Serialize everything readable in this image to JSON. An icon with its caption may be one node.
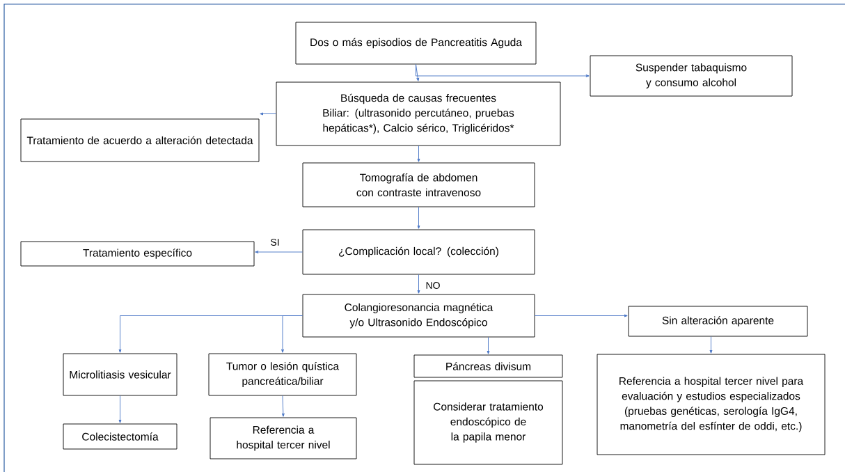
{
  "diagram": {
    "nodes": [
      {
        "text": [
          "Dos o más episodios de Pancreatitis Aguda"
        ]
      },
      {
        "text": [
          "Suspender tabaquismo y consumo alcohol"
        ]
      },
      {
        "text": [
          "Búsqueda de causas frecuentes",
          "Biliar: (ultrasonido percutáneo, pruebas hepáticas*), Calcio sérico, Triglicéridos*"
        ]
      },
      {
        "text": [
          "Tratamiento de acuerdo a alteración detectada"
        ]
      },
      {
        "text": [
          "Tomografía de abdomen con contraste intravenoso"
        ]
      },
      {
        "text": [
          "¿Complicación local? (colección)"
        ]
      },
      {
        "text": [
          "Tratamiento específico"
        ]
      },
      {
        "text": [
          "Colangioresonancia magnética y/o Ultrasonido Endoscópico"
        ]
      },
      {
        "text": [
          "Sin alteración aparente"
        ]
      },
      {
        "text": [
          "Microlitiasis vesicular"
        ]
      },
      {
        "text": [
          "Tumor o lesión quística pancreática/biliar"
        ]
      },
      {
        "text": [
          "Páncreas divisum"
        ]
      },
      {
        "text": [
          "Considerar tratamiento endoscópico de la papila menor"
        ]
      },
      {
        "text": [
          "Referencia a hospital tercer nivel para evaluación y estudios especializados (pruebas genéticas, serología IgG4, manometría del esfínter de oddi, etc.)"
        ]
      },
      {
        "text": [
          "Colecistectomía"
        ]
      },
      {
        "text": [
          "Referencia a hospital tercer nivel"
        ]
      }
    ],
    "edges": [
      {
        "from": 0,
        "to": 1,
        "arrow": "to"
      },
      {
        "from": 0,
        "to": 2,
        "arrow": "to"
      },
      {
        "from": 2,
        "to": 3,
        "arrow": "to"
      },
      {
        "from": 2,
        "to": 4,
        "arrow": "to"
      },
      {
        "from": 4,
        "to": 5,
        "arrow": "to"
      },
      {
        "from": 5,
        "to": 6,
        "arrow": "to",
        "label": "SI"
      },
      {
        "from": 5,
        "to": 7,
        "arrow": "to",
        "label": "NO"
      },
      {
        "from": 7,
        "to": 8,
        "arrow": "to"
      },
      {
        "from": 7,
        "to": 9,
        "arrow": "to"
      },
      {
        "from": 7,
        "to": 10,
        "arrow": "to"
      },
      {
        "from": 7,
        "to": 11,
        "arrow": "to"
      },
      {
        "from": 8,
        "to": 13,
        "arrow": "to"
      },
      {
        "from": 9,
        "to": 14,
        "arrow": "to"
      },
      {
        "from": 10,
        "to": 15,
        "arrow": "to"
      }
    ]
  }
}
